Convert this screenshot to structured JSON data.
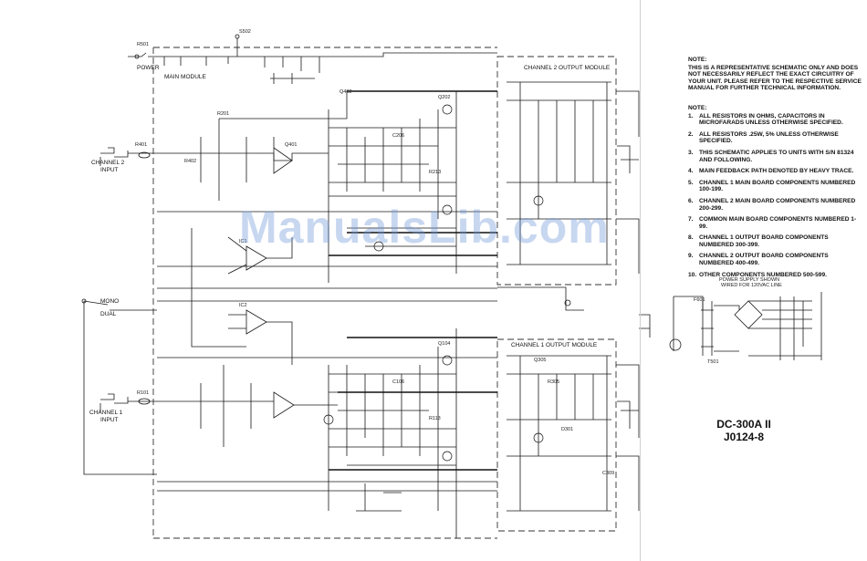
{
  "schematic": {
    "main_module_label": "MAIN MODULE",
    "ch2_output_module_label": "CHANNEL 2 OUTPUT MODULE",
    "ch1_output_module_label": "CHANNEL 1 OUTPUT MODULE",
    "ch2_input_label": "CHANNEL 2\nINPUT",
    "ch1_input_label": "CHANNEL 1\nINPUT",
    "power_label": "POWER",
    "mono_label": "MONO",
    "dual_label": "DUAL",
    "power_supply_label": "POWER SUPPLY SHOWN\nWIRED FOR 120VAC LINE",
    "ref_labels": [
      "R501",
      "S502",
      "R401",
      "R402",
      "Q401",
      "Q402",
      "R201",
      "Q202",
      "C206",
      "R213",
      "IC1",
      "IC2",
      "R101",
      "Q104",
      "C106",
      "R113",
      "Q305",
      "R305",
      "D301",
      "C309",
      "F601",
      "T501"
    ]
  },
  "watermark": "ManualsLib.com",
  "notes": {
    "heading1": "NOTE:",
    "note1": "THIS IS A REPRESENTATIVE SCHEMATIC ONLY AND DOES NOT NECESSARILY REFLECT THE EXACT CIRCUITRY OF YOUR UNIT. PLEASE REFER TO THE RESPECTIVE SERVICE MANUAL FOR FURTHER TECHNICAL INFORMATION.",
    "heading2": "NOTE:",
    "items": [
      {
        "num": "1.",
        "text": "ALL RESISTORS IN OHMS, CAPACITORS IN MICROFARADS UNLESS OTHERWISE SPECIFIED."
      },
      {
        "num": "2.",
        "text": "ALL RESISTORS .25W, 5% UNLESS OTHERWISE SPECIFIED."
      },
      {
        "num": "3.",
        "text": "THIS SCHEMATIC APPLIES TO UNITS WITH S/N 81324 AND FOLLOWING."
      },
      {
        "num": "4.",
        "text": "MAIN FEEDBACK PATH DENOTED BY HEAVY TRACE."
      },
      {
        "num": "5.",
        "text": "CHANNEL 1 MAIN BOARD COMPONENTS NUMBERED 100-199."
      },
      {
        "num": "6.",
        "text": "CHANNEL 2 MAIN BOARD COMPONENTS NUMBERED 200-299."
      },
      {
        "num": "7.",
        "text": "COMMON MAIN BOARD COMPONENTS NUMBERED 1-99."
      },
      {
        "num": "8.",
        "text": "CHANNEL 1 OUTPUT BOARD COMPONENTS NUMBERED 300-399."
      },
      {
        "num": "9.",
        "text": "CHANNEL 2 OUTPUT BOARD COMPONENTS NUMBERED 400-499."
      },
      {
        "num": "10.",
        "text": "OTHER COMPONENTS NUMBERED 500-599."
      }
    ]
  },
  "model": {
    "name": "DC-300A II",
    "code": "J0124-8"
  }
}
